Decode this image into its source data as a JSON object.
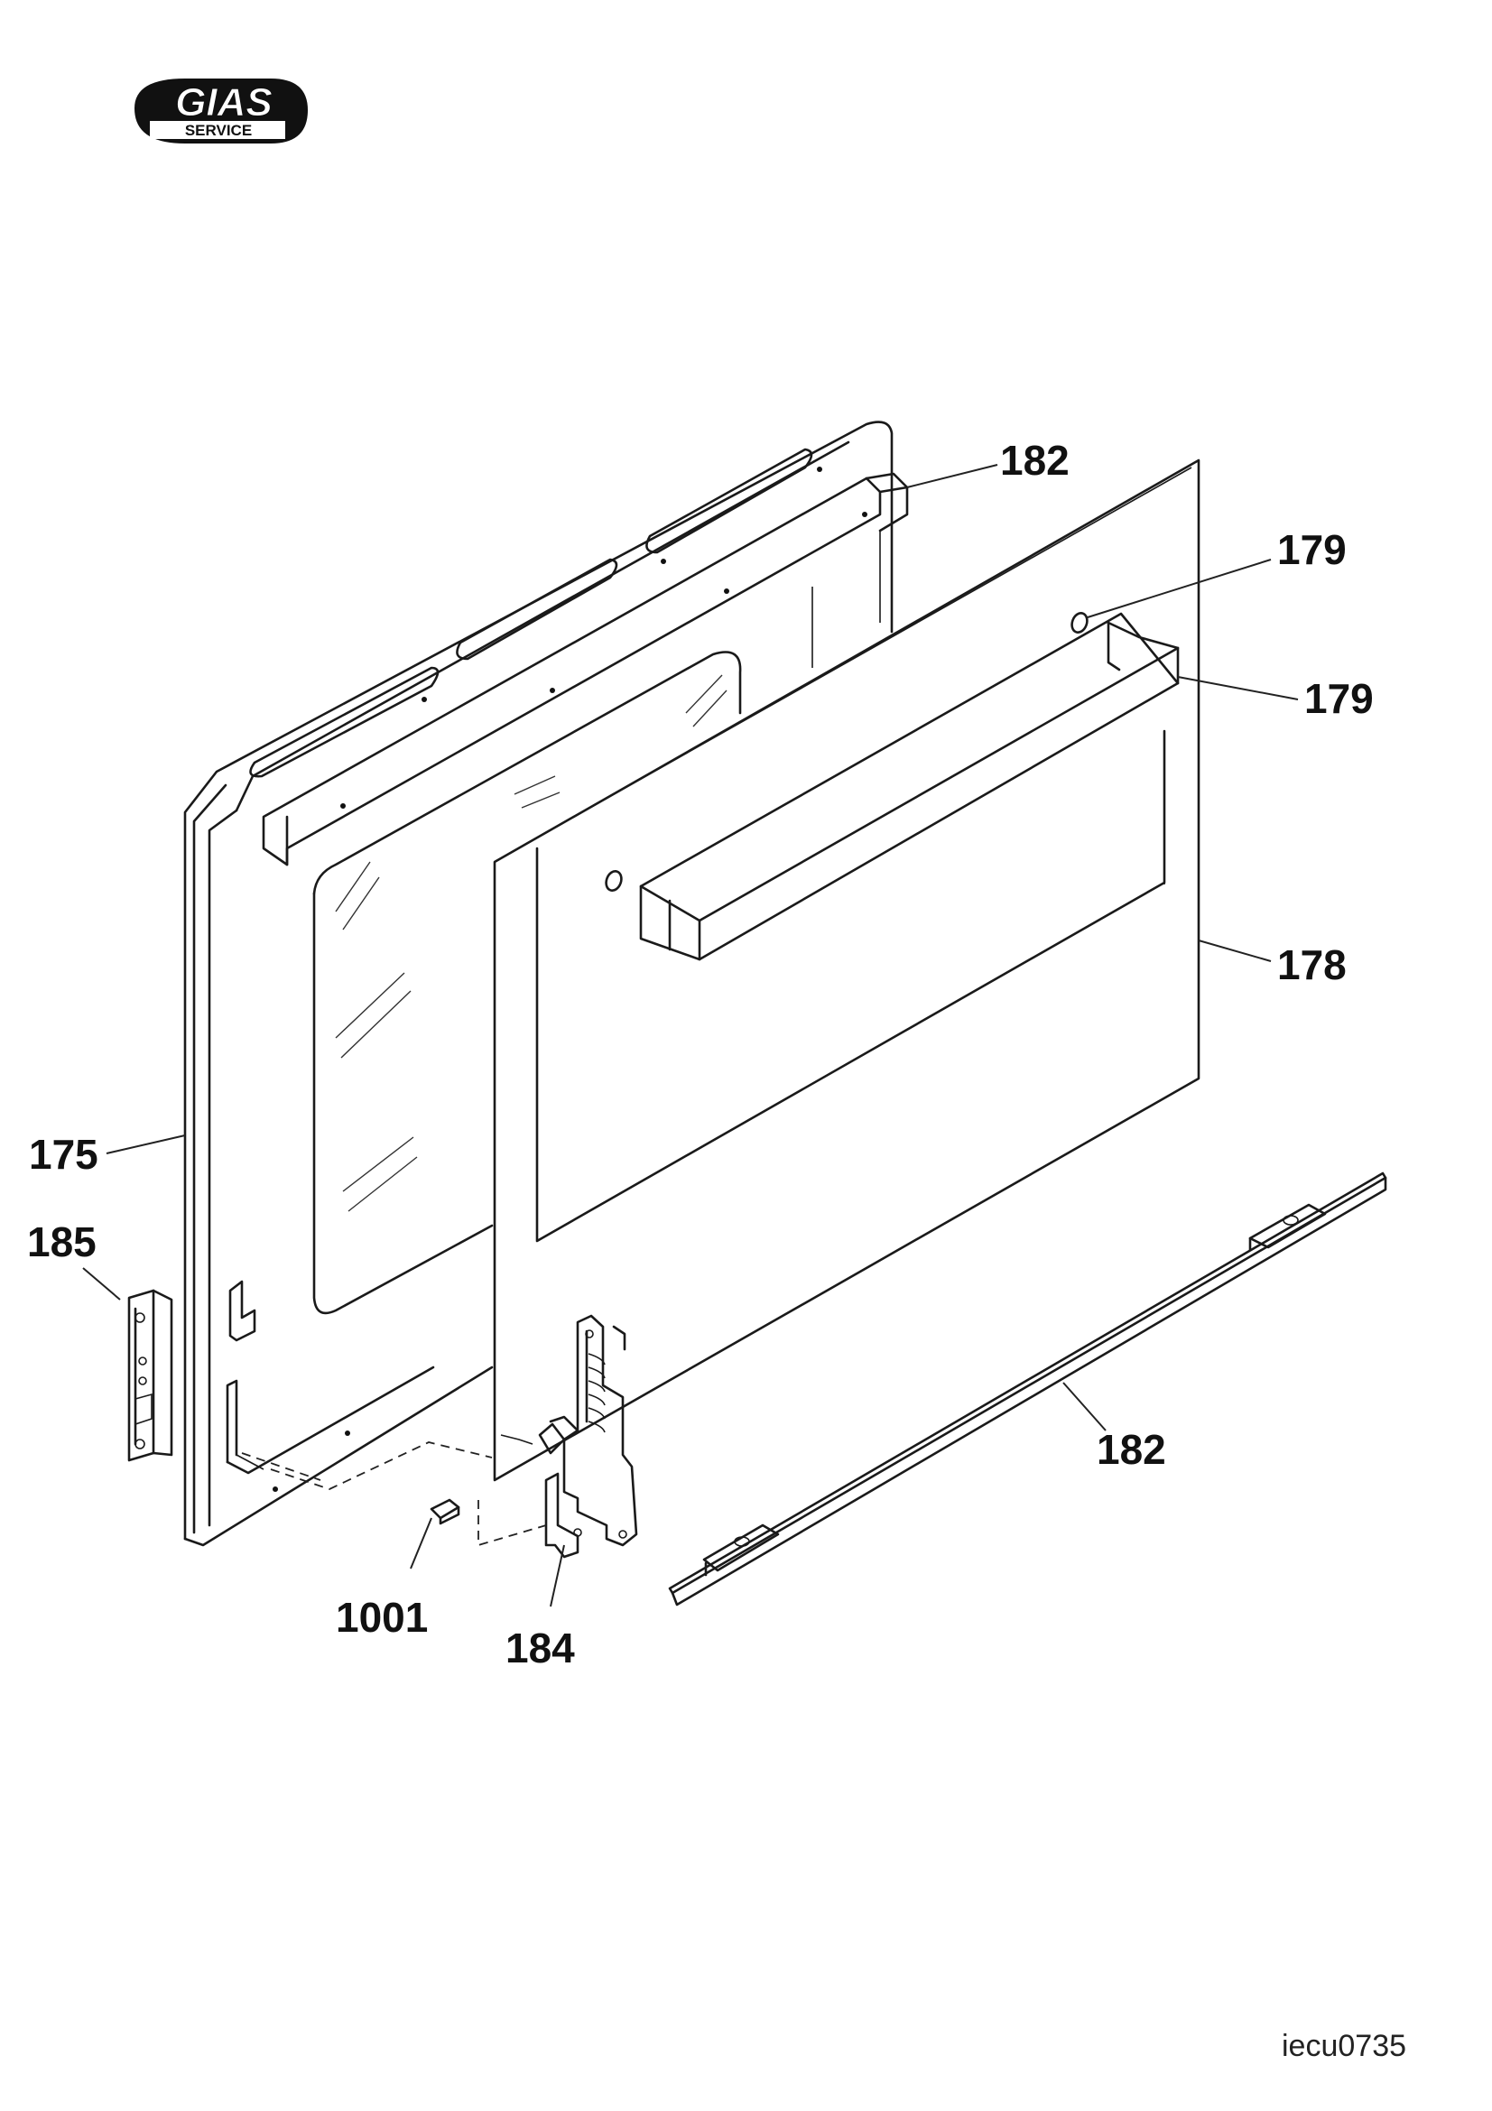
{
  "logo": {
    "brand": "GIAS",
    "sub": "SERVICE"
  },
  "callouts": {
    "c182_top": "182",
    "c179_a": "179",
    "c179_b": "179",
    "c178": "178",
    "c175": "175",
    "c185": "185",
    "c182_bottom": "182",
    "c1001": "1001",
    "c184": "184"
  },
  "footer": {
    "drawing_code": "iecu0735"
  }
}
